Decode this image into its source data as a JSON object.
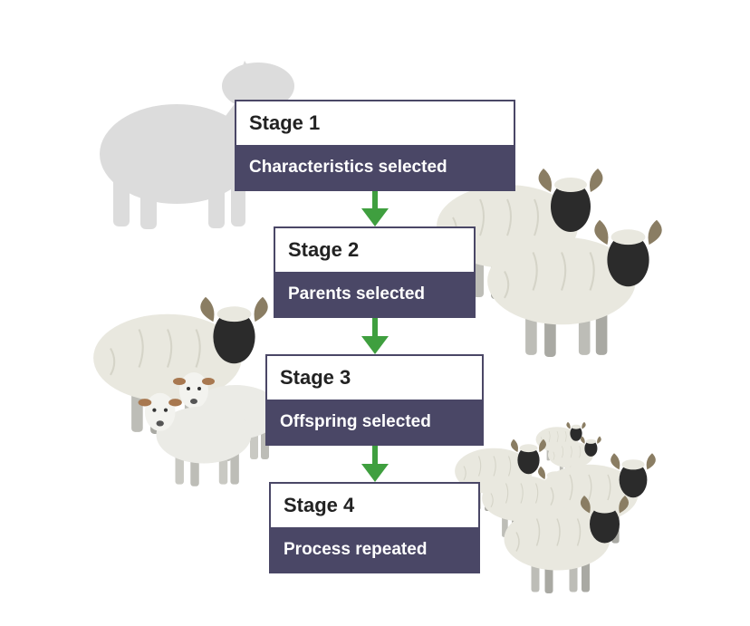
{
  "stages": [
    {
      "title": "Stage 1",
      "description": "Characteristics selected"
    },
    {
      "title": "Stage 2",
      "description": "Parents selected"
    },
    {
      "title": "Stage 3",
      "description": "Offspring selected"
    },
    {
      "title": "Stage 4",
      "description": "Process repeated"
    }
  ],
  "colors": {
    "box_fill": "#4a4766",
    "arrow": "#3f9f3f",
    "wool": "#e9e8df",
    "face": "#2b2b2b",
    "silhouette": "#dcdcdc"
  },
  "icons": [
    "sheep-silhouette-icon",
    "blackface-sheep-icon",
    "lamb-icon",
    "arrow-down-icon"
  ]
}
